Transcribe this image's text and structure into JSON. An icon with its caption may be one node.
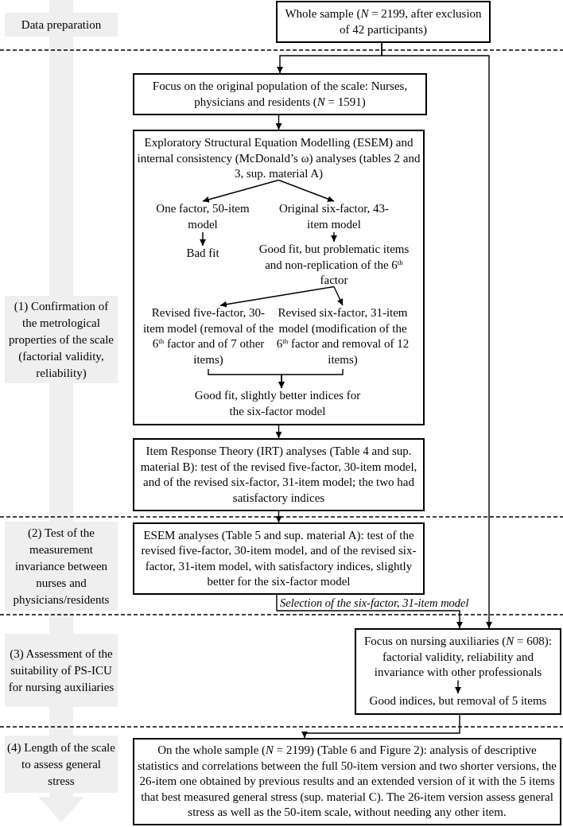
{
  "diagram": {
    "nodes": [
      {
        "text": [
          "Data preparation"
        ]
      },
      {
        "text": [
          "Whole sample (*N* = 2199, after exclusion of 42 participants)"
        ]
      },
      {
        "text": [
          "Focus on the original population of the scale: Nurses, physicians and residents (*N* = 1591)"
        ]
      },
      {
        "text": [],
        "shape": "box"
      },
      {
        "text": [
          "Exploratory Structural Equation Modelling (ESEM) and internal consistency (McDonald’s ω) analyses (tables 2 and 3, sup. material A)"
        ],
        "in": 3
      },
      {
        "text": [
          "One factor, 50-item model"
        ],
        "in": 3
      },
      {
        "text": [
          "Original six-factor, 43-item model"
        ],
        "in": 3
      },
      {
        "text": [
          "Bad fit"
        ],
        "in": 3
      },
      {
        "text": [
          "Good fit, but problematic items and non-replication of the 6$^{th}$ factor"
        ],
        "in": 3
      },
      {
        "text": [
          "Revised five-factor, 30-item model (removal of the 6$^{th}$ factor and of 7 other items)"
        ],
        "in": 3
      },
      {
        "text": [
          "Revised six-factor, 31-item model (modification of the 6$^{th}$ factor and removal of 12 items)"
        ],
        "in": 3
      },
      {
        "text": [
          "Good fit, slightly better indices for the six-factor model"
        ],
        "in": 3
      },
      {
        "text": [
          "(1) Confirmation of the metrological properties of the scale (factorial validity, reliability)"
        ]
      },
      {
        "text": [
          "Item Response Theory (IRT) analyses (Table 4 and sup. material B): test of the revised five-factor, 30-item model, and of the revised six-factor, 31-item model; the two had satisfactory indices"
        ]
      },
      {
        "text": [
          "(2) Test of the measurement invariance between nurses and physicians/residents"
        ]
      },
      {
        "text": [
          "ESEM analyses (Table 5 and sup. material A): test of the revised five-factor, 30-item model, and of the revised six-factor, 31-item model, with satisfactory indices, slightly better for the six-factor model"
        ]
      },
      {
        "text": [
          "(3) Assessment of the suitability of PS-ICU for nursing auxiliaries"
        ]
      },
      {
        "text": [],
        "shape": "box"
      },
      {
        "text": [
          "Focus on nursing auxiliaries (*N* = 608): factorial validity, reliability and invariance with other professionals"
        ],
        "in": 17
      },
      {
        "text": [
          "Good indices, but removal of 5 items"
        ],
        "in": 17
      },
      {
        "text": [
          "(4) Length of the scale to assess general stress"
        ]
      },
      {
        "text": [
          "On the whole sample (*N* = 2199) (Table 6 and Figure 2): analysis of descriptive statistics and correlations between the full 50-item version and two shorter versions, the 26-item one obtained by previous results and an extended version of it with the 5 items that best measured general stress (sup. material C). The 26-item version assess general stress as well as the 50-item scale, without needing any other item."
        ]
      }
    ],
    "edges": [
      {
        "from": 1,
        "to": 2,
        "arrow": "to"
      },
      {
        "from": 1,
        "to": 17,
        "arrow": "to"
      },
      {
        "from": 2,
        "to": 3,
        "arrow": "to"
      },
      {
        "from": 4,
        "to": 5,
        "arrow": "to"
      },
      {
        "from": 4,
        "to": 6,
        "arrow": "to"
      },
      {
        "from": 5,
        "to": 7,
        "arrow": "to"
      },
      {
        "from": 6,
        "to": 8,
        "arrow": "to"
      },
      {
        "from": 8,
        "to": 9,
        "arrow": "to"
      },
      {
        "from": 8,
        "to": 10,
        "arrow": "to"
      },
      {
        "from": 9,
        "to": 11,
        "arrow": "to"
      },
      {
        "from": 10,
        "to": 11,
        "arrow": "to"
      },
      {
        "from": 3,
        "to": 13,
        "arrow": "to"
      },
      {
        "from": 13,
        "to": 15,
        "arrow": "to"
      },
      {
        "from": 15,
        "to": 17,
        "arrow": "to",
        "label": "Selection of the six-factor, 31-item model"
      },
      {
        "from": 18,
        "to": 19,
        "arrow": "to"
      },
      {
        "from": 17,
        "to": 21,
        "arrow": "to"
      }
    ]
  }
}
